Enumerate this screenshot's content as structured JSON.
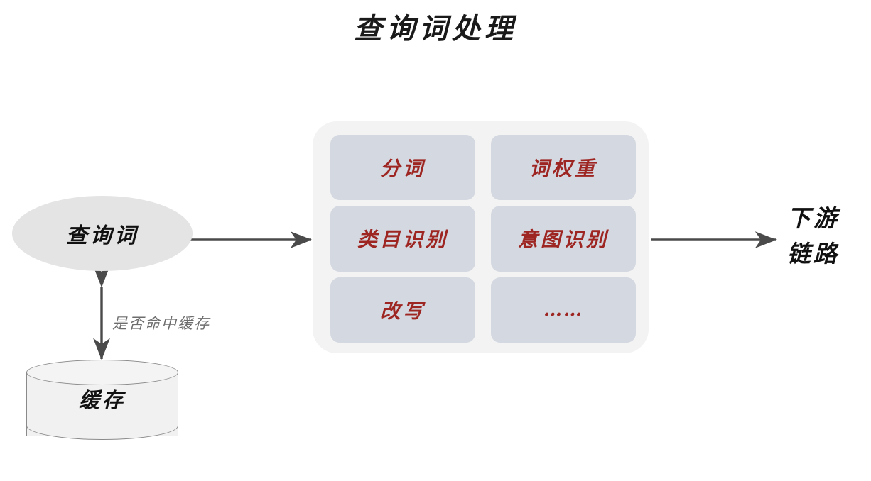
{
  "diagram": {
    "title": "查询词处理",
    "nodes": {
      "query": {
        "label": "查询词"
      },
      "cache": {
        "label": "缓存"
      },
      "downstream": {
        "line1": "下游",
        "line2": "链路"
      }
    },
    "edges": {
      "query_to_panel": {
        "label": ""
      },
      "query_to_cache": {
        "label": "是否命中缓存"
      },
      "panel_to_downstream": {
        "label": ""
      }
    },
    "panel": {
      "cells": [
        {
          "label": "分词"
        },
        {
          "label": "词权重"
        },
        {
          "label": "类目识别"
        },
        {
          "label": "意图识别"
        },
        {
          "label": "改写"
        },
        {
          "label": "……"
        }
      ]
    },
    "colors": {
      "background": "#ffffff",
      "title_text": "#1a1a1a",
      "node_fill": "#e4e4e4",
      "cylinder_fill": "#f1f1f1",
      "cylinder_stroke": "#8a8a8a",
      "panel_fill": "#f3f3f3",
      "cell_fill": "#d4d8e0",
      "cell_text": "#9e2622",
      "arrow": "#4a4a4a",
      "edge_label_text": "#6d6d6d"
    }
  }
}
